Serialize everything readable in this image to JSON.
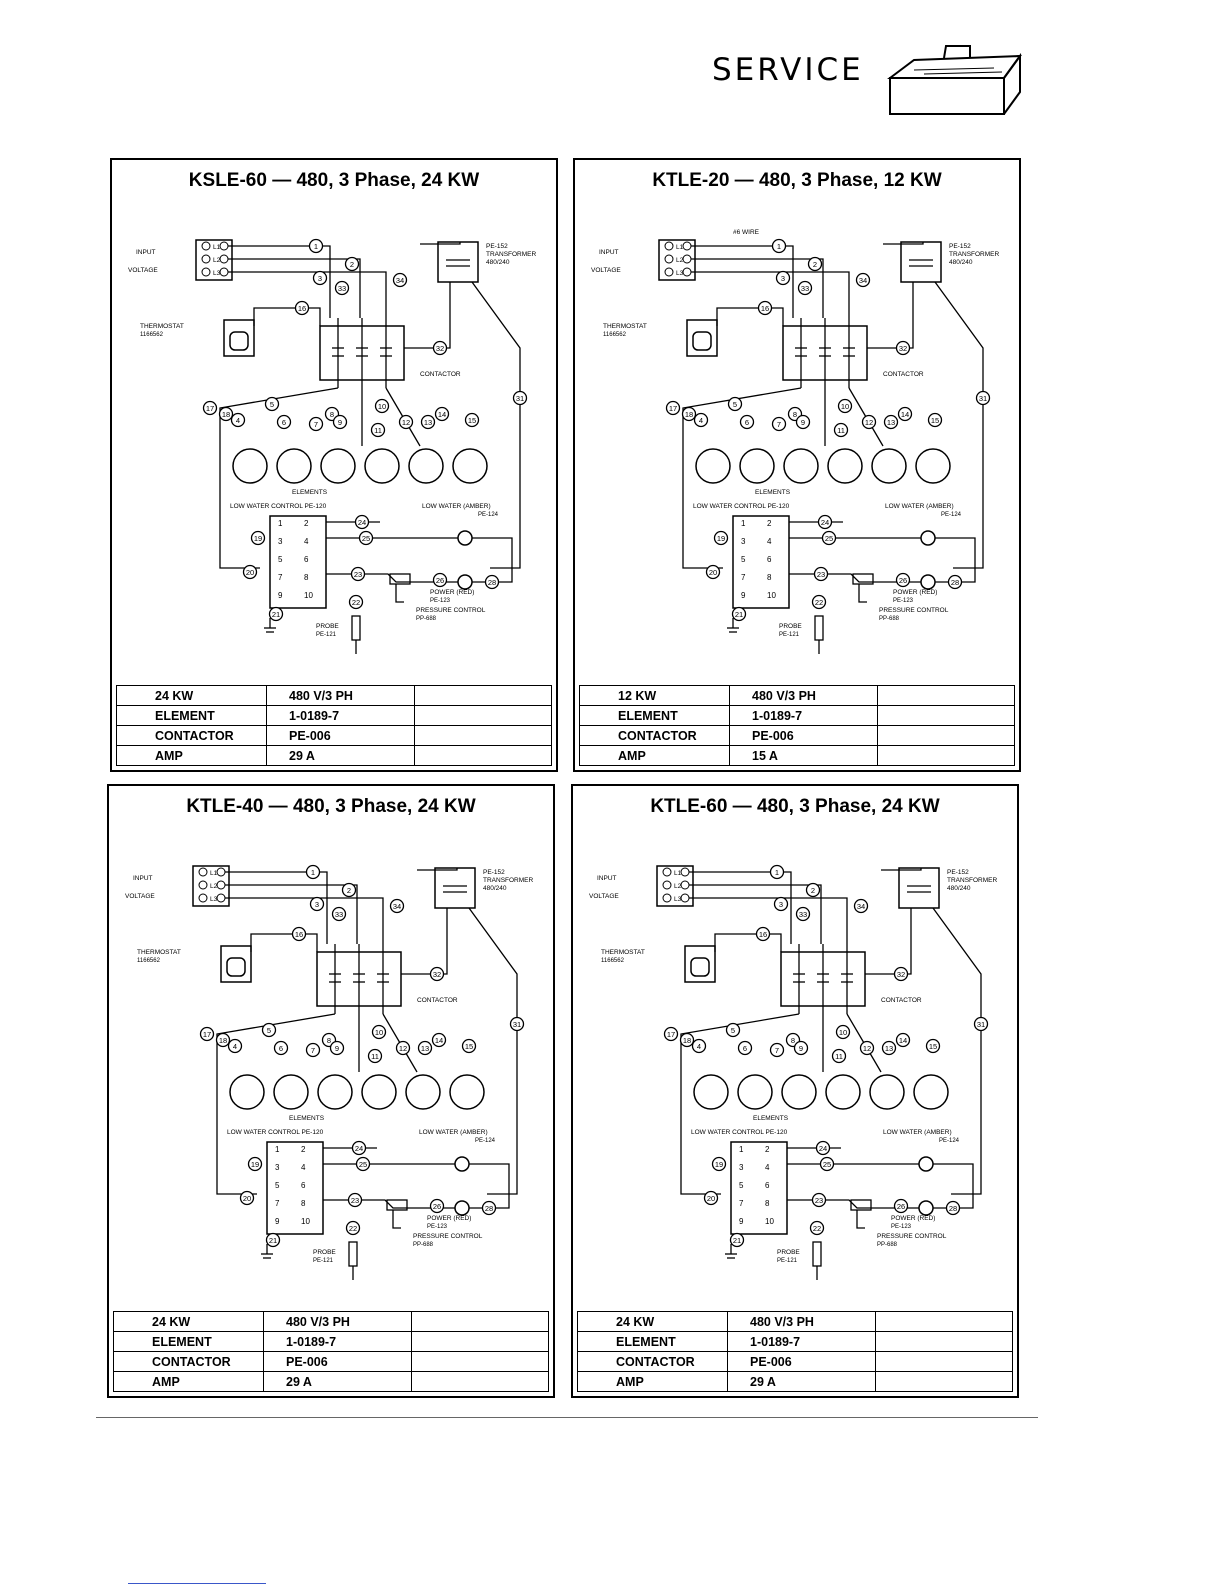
{
  "header": {
    "title": "SERVICE",
    "icon": "toolbox-icon"
  },
  "panels": [
    {
      "title": "KSLE-60 — 480, 3 Phase, 24 KW",
      "wire_note": "",
      "specs": [
        [
          "24 KW",
          "480 V/3 PH",
          ""
        ],
        [
          "ELEMENT",
          "1-0189-7",
          ""
        ],
        [
          "CONTACTOR",
          "PE-006",
          ""
        ],
        [
          "AMP",
          "29 A",
          ""
        ]
      ]
    },
    {
      "title": "KTLE-20 — 480, 3 Phase, 12 KW",
      "wire_note": "#6 WIRE",
      "specs": [
        [
          "12 KW",
          "480 V/3 PH",
          ""
        ],
        [
          "ELEMENT",
          "1-0189-7",
          ""
        ],
        [
          "CONTACTOR",
          "PE-006",
          ""
        ],
        [
          "AMP",
          "15 A",
          ""
        ]
      ]
    },
    {
      "title": "KTLE-40 — 480, 3 Phase, 24 KW",
      "wire_note": "",
      "specs": [
        [
          "24 KW",
          "480 V/3 PH",
          ""
        ],
        [
          "ELEMENT",
          "1-0189-7",
          ""
        ],
        [
          "CONTACTOR",
          "PE-006",
          ""
        ],
        [
          "AMP",
          "29 A",
          ""
        ]
      ]
    },
    {
      "title": "KTLE-60 — 480, 3 Phase, 24 KW",
      "wire_note": "",
      "specs": [
        [
          "24 KW",
          "480 V/3 PH",
          ""
        ],
        [
          "ELEMENT",
          "1-0189-7",
          ""
        ],
        [
          "CONTACTOR",
          "PE-006",
          ""
        ],
        [
          "AMP",
          "29 A",
          ""
        ]
      ]
    }
  ],
  "diagram_labels": {
    "input": "INPUT",
    "voltage": "VOLTAGE",
    "thermostat": "THERMOSTAT",
    "thermostat_part": "1166562",
    "transformer_part": "PE-152",
    "transformer": "TRANSFORMER",
    "transformer_rating": "480/240",
    "contactor": "CONTACTOR",
    "elements": "ELEMENTS",
    "low_water_control": "LOW WATER CONTROL PE-120",
    "low_water_amber": "LOW WATER (AMBER)",
    "low_water_part": "PE-124",
    "power_red": "POWER (RED)",
    "power_part": "PE-123",
    "pressure_control": "PRESSURE CONTROL",
    "pressure_part": "PP-688",
    "probe": "PROBE",
    "probe_part": "PE-121",
    "terminals": [
      "L1",
      "L2",
      "L3"
    ],
    "control_terminals": [
      "1",
      "2",
      "3",
      "4",
      "5",
      "6",
      "7",
      "8",
      "9",
      "10"
    ],
    "wire_numbers_a": [
      "1",
      "2",
      "3",
      "16",
      "33",
      "34",
      "32",
      "31",
      "17",
      "18",
      "4",
      "5",
      "6",
      "7",
      "8",
      "9",
      "10",
      "11",
      "12",
      "13",
      "14",
      "15"
    ],
    "wire_numbers_b": [
      "19",
      "20",
      "21",
      "22",
      "23",
      "24",
      "25",
      "26",
      "28"
    ]
  }
}
